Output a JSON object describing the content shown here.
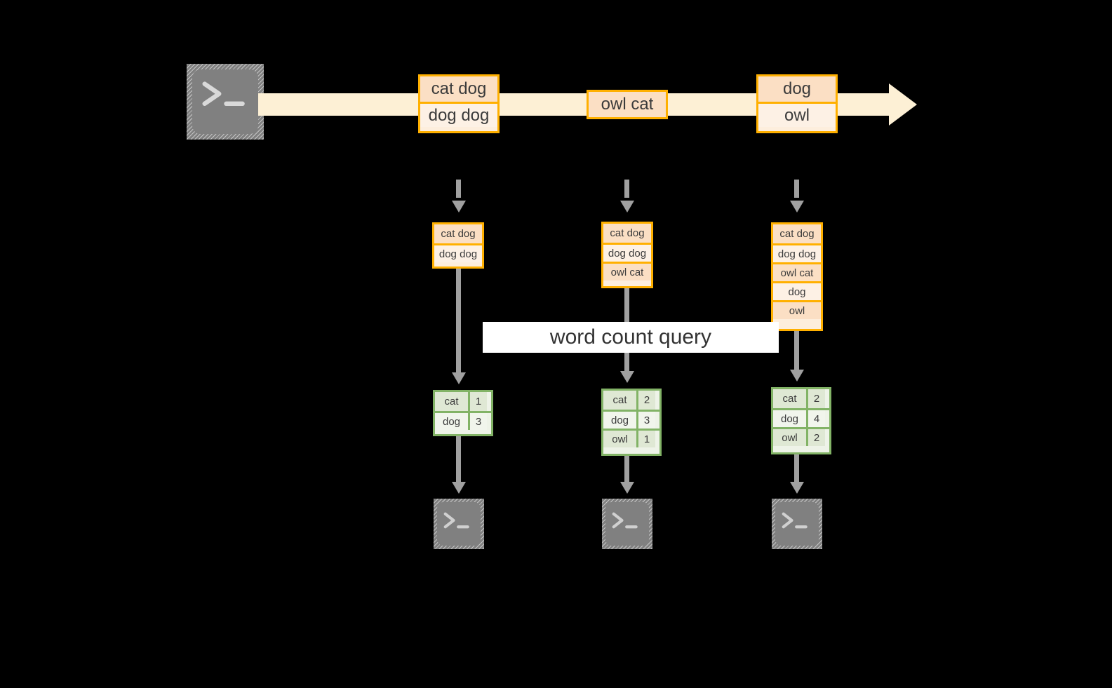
{
  "diagram": {
    "title_label": "word count query",
    "colors": {
      "stream_fill": "#fdf0d5",
      "event_border": "#ffb000",
      "event_fill_dark": "#fbdfc4",
      "event_fill_light": "#fdf1e5",
      "table_border": "#82b366",
      "table_fill_dark": "#dfe8d4",
      "table_fill_light": "#f1f5ec",
      "arrow_gray": "#a0a0a0",
      "terminal_gray": "#808080",
      "background": "#000000"
    },
    "source": {
      "icon": "terminal-icon",
      "glyph": ">_"
    },
    "stream": {
      "direction": "left-to-right",
      "events": [
        {
          "lines": [
            "cat dog",
            "dog dog"
          ]
        },
        {
          "lines": [
            "owl cat"
          ]
        },
        {
          "lines": [
            "dog",
            "owl"
          ]
        }
      ]
    },
    "snapshots": [
      {
        "input_lines": [
          "cat dog",
          "dog dog"
        ],
        "result": {
          "headers_visible": false,
          "rows": [
            {
              "word": "cat",
              "count": "1"
            },
            {
              "word": "dog",
              "count": "3"
            }
          ]
        },
        "sink": {
          "icon": "terminal-icon",
          "glyph": ">_"
        }
      },
      {
        "input_lines": [
          "cat dog",
          "dog dog",
          "owl cat"
        ],
        "result": {
          "headers_visible": false,
          "rows": [
            {
              "word": "cat",
              "count": "2"
            },
            {
              "word": "dog",
              "count": "3"
            },
            {
              "word": "owl",
              "count": "1"
            }
          ]
        },
        "sink": {
          "icon": "terminal-icon",
          "glyph": ">_"
        }
      },
      {
        "input_lines": [
          "cat dog",
          "dog dog",
          "owl cat",
          "dog",
          "owl"
        ],
        "result": {
          "headers_visible": false,
          "rows": [
            {
              "word": "cat",
              "count": "2"
            },
            {
              "word": "dog",
              "count": "4"
            },
            {
              "word": "owl",
              "count": "2"
            }
          ]
        },
        "sink": {
          "icon": "terminal-icon",
          "glyph": ">_"
        }
      }
    ]
  }
}
